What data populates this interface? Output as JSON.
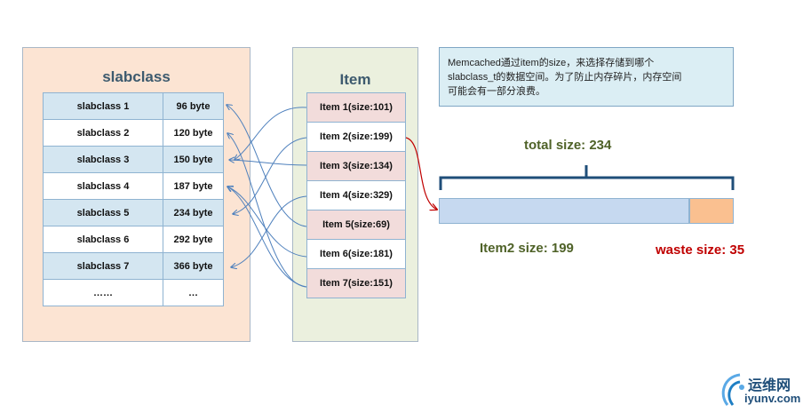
{
  "slabclass_panel": {
    "title": "slabclass",
    "rows": [
      {
        "name": "slabclass  1",
        "size": "96 byte"
      },
      {
        "name": "slabclass  2",
        "size": "120 byte"
      },
      {
        "name": "slabclass  3",
        "size": "150 byte"
      },
      {
        "name": "slabclass  4",
        "size": "187 byte"
      },
      {
        "name": "slabclass  5",
        "size": "234 byte"
      },
      {
        "name": "slabclass  6",
        "size": "292 byte"
      },
      {
        "name": "slabclass  7",
        "size": "366 byte"
      },
      {
        "name": "……",
        "size": "…"
      }
    ]
  },
  "item_panel": {
    "title": "Item",
    "items": [
      "Item 1(size:101)",
      "Item 2(size:199)",
      "Item 3(size:134)",
      "Item 4(size:329)",
      "Item 5(size:69)",
      "Item 6(size:181)",
      "Item 7(size:151)"
    ]
  },
  "note": {
    "line1": "Memcached通过item的size，来选择存储到哪个",
    "line2": "slabclass_t的数据空间。为了防止内存碎片，内存空间",
    "line3": "可能会有一部分浪费。"
  },
  "memory": {
    "total_label": "total size: 234",
    "item_label": "Item2  size: 199",
    "waste_label": "waste size: 35",
    "used_fraction": 0.85,
    "used_color": "#c6d9f0",
    "waste_color": "#fac090"
  },
  "watermark": {
    "cn": "运维网",
    "url": "iyunv.com"
  },
  "colors": {
    "arrow": "#4f81bd",
    "item2_link": "#c00000",
    "title": "#3d5a6e"
  }
}
